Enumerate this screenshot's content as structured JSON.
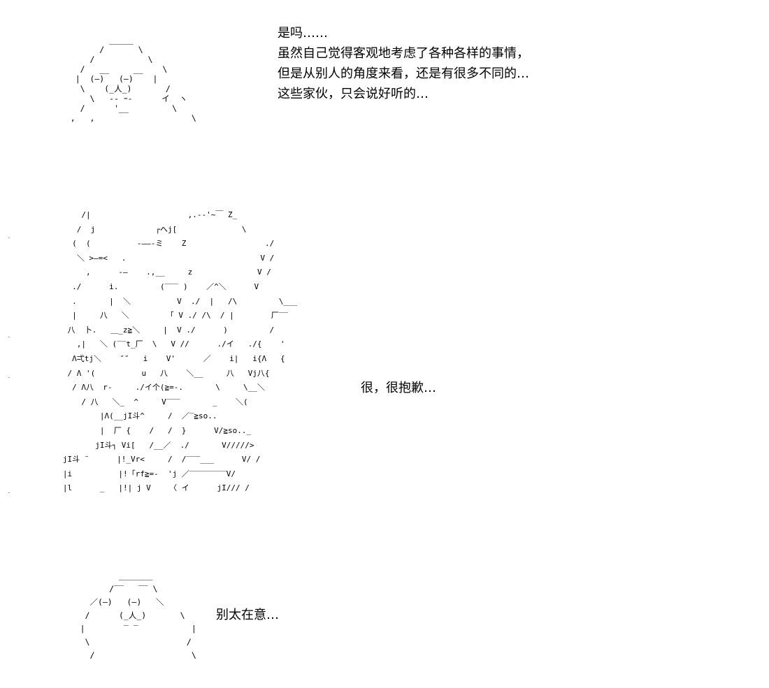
{
  "panels": [
    {
      "art": [
        "           _____",
        "         /       \\",
        "       /           \\",
        "     /   __     __    \\",
        "    |  (—)   (—)    |",
        "     \\    (_人_)       /",
        "       \\   -‐ ｰ-      イ  ヽ",
        "     /      '__         \\",
        "   ,   ,                    \\"
      ],
      "lines": [
        "是吗……",
        "虽然自己觉得客观地考虑了各种各样的事情，",
        "但是从别人的角度来看，还是有很多不同的…",
        "这些家伙，只会说好听的…"
      ]
    },
    {
      "art": [
        "       /|                     ,.-‐'~￣ ̄Z_    ",
        "      /  j             ┌へj[              \\   ",
        "     (  (          -――-ミ    Z                 ./",
        "      ＼ >―=<   .                             V /",
        "        ,      -―    .,__     z              V /",
        "     ./      i.         (‾‾‾ )    ／^＼      V",
        "     .       |  ＼          V  ./  |   /\\         \\___",
        "     |     八   ＼        「 V ./ /\\  / |        厂‾‾",
        "    八  卜.   ＿_z≧＼     |  V ./      )         /",
        "      ,|   ＼ (‾‾t_厂  \\   V //      ./イ   ./{    '",
        "     Λ弌tj＼    ″″   i    V'      ／    i|   i{Λ   {",
        "    / Λ '(          u   八    ＼__     八   Vj八{",
        "     / Λ八  r‐     ./イ个(≧=-.       \\     \\__＼",
        "       / 八   ＼_  ^     V‾‾‾       _    ＼(",
        "           |Λ(__jI斗^     /  ／‾≧so..",
        "           |  厂 {    /   /  }      V/≧so.._",
        "          jI斗┐ Vi[   /__／  ./       V/////>",
        "   jI斗 ¨      |!_Vr<     /  /‾‾‾___      V/ /",
        "   |i          |!「rf≧=-  'j ／‾‾‾‾‾‾‾‾V/",
        "   |l      _   |!| j V    〈 イ      jI/// /"
      ],
      "lines": [
        "很，很抱歉…"
      ]
    },
    {
      "art": [
        "             _______",
        "           /‾‾   ‾‾ \\",
        "       ／(—)   (—)   ＼",
        "      /      (_人_)       \\",
        "     |        ‾ ‾           |",
        "      \\                    /",
        "       /                    \\"
      ],
      "lines": [
        "别太在意…"
      ]
    }
  ]
}
